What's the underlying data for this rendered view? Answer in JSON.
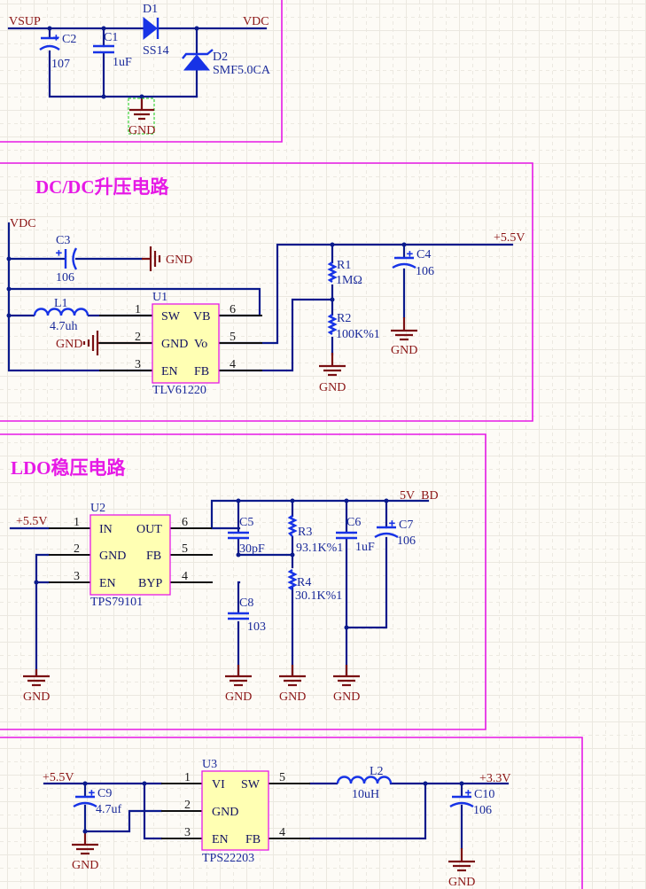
{
  "sections": [
    {
      "id": "input-protection",
      "nets": {
        "in": "VSUP",
        "out": "VDC",
        "gnd": "GND"
      },
      "components": [
        {
          "ref": "C2",
          "value": "107",
          "type": "polarized-capacitor"
        },
        {
          "ref": "C1",
          "value": "1uF",
          "type": "capacitor"
        },
        {
          "ref": "D1",
          "value": "SS14",
          "type": "diode"
        },
        {
          "ref": "D2",
          "value": "SMF5.0CA",
          "type": "tvs-diode"
        }
      ]
    },
    {
      "id": "dcdc-boost",
      "title": "DC/DC升压电路",
      "nets": {
        "in": "VDC",
        "out": "+5.5V",
        "gnd": "GND"
      },
      "components": [
        {
          "ref": "C3",
          "value": "106",
          "type": "polarized-capacitor"
        },
        {
          "ref": "L1",
          "value": "4.7uh",
          "type": "inductor"
        },
        {
          "ref": "R1",
          "value": "1MΩ",
          "type": "resistor"
        },
        {
          "ref": "R2",
          "value": "100K%1",
          "type": "resistor"
        },
        {
          "ref": "C4",
          "value": "106",
          "type": "polarized-capacitor"
        }
      ],
      "chip": {
        "ref": "U1",
        "part": "TLV61220",
        "pins_left": [
          {
            "num": "1",
            "name": "SW"
          },
          {
            "num": "2",
            "name": "GND"
          },
          {
            "num": "3",
            "name": "EN"
          }
        ],
        "pins_right": [
          {
            "num": "6",
            "name": "VB"
          },
          {
            "num": "5",
            "name": "Vo"
          },
          {
            "num": "4",
            "name": "FB"
          }
        ]
      }
    },
    {
      "id": "ldo",
      "title": "LDO稳压电路",
      "nets": {
        "in": "+5.5V",
        "out": "5V_BD",
        "gnd": "GND"
      },
      "components": [
        {
          "ref": "C5",
          "value": "30pF",
          "type": "capacitor"
        },
        {
          "ref": "R3",
          "value": "93.1K%1",
          "type": "resistor"
        },
        {
          "ref": "R4",
          "value": "30.1K%1",
          "type": "resistor"
        },
        {
          "ref": "C6",
          "value": "1uF",
          "type": "capacitor"
        },
        {
          "ref": "C7",
          "value": "106",
          "type": "polarized-capacitor"
        },
        {
          "ref": "C8",
          "value": "103",
          "type": "capacitor"
        }
      ],
      "chip": {
        "ref": "U2",
        "part": "TPS79101",
        "pins_left": [
          {
            "num": "1",
            "name": "IN"
          },
          {
            "num": "2",
            "name": "GND"
          },
          {
            "num": "3",
            "name": "EN"
          }
        ],
        "pins_right": [
          {
            "num": "6",
            "name": "OUT"
          },
          {
            "num": "5",
            "name": "FB"
          },
          {
            "num": "4",
            "name": "BYP"
          }
        ]
      }
    },
    {
      "id": "buck-3v3",
      "nets": {
        "in": "+5.5V",
        "out": "+3.3V",
        "gnd": "GND"
      },
      "components": [
        {
          "ref": "C9",
          "value": "4.7uf",
          "type": "polarized-capacitor"
        },
        {
          "ref": "L2",
          "value": "10uH",
          "type": "inductor"
        },
        {
          "ref": "C10",
          "value": "106",
          "type": "polarized-capacitor"
        }
      ],
      "chip": {
        "ref": "U3",
        "part": "TPS22203",
        "pins_left": [
          {
            "num": "1",
            "name": "VI"
          },
          {
            "num": "2",
            "name": "GND"
          },
          {
            "num": "3",
            "name": "EN"
          }
        ],
        "pins_right": [
          {
            "num": "5",
            "name": "SW"
          },
          {
            "num": "4",
            "name": "FB"
          }
        ]
      }
    }
  ],
  "colors": {
    "frame": "#e619e6",
    "wire": "#0a1a8c",
    "component": "#1733e6",
    "net_label": "#8b1515",
    "chip_fill": "#ffffb3"
  }
}
